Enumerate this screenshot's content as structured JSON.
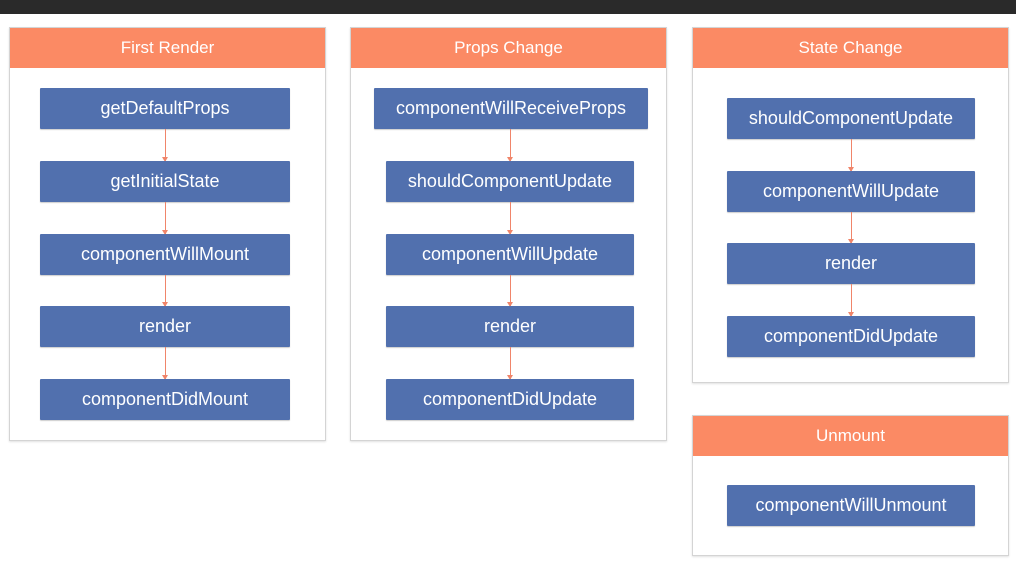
{
  "colors": {
    "header": "#fb8a64",
    "method": "#5170ae",
    "arrow": "#f0856a"
  },
  "panels": {
    "first_render": {
      "title": "First Render",
      "methods": [
        "getDefaultProps",
        "getInitialState",
        "componentWillMount",
        "render",
        "componentDidMount"
      ]
    },
    "props_change": {
      "title": "Props Change",
      "methods": [
        "componentWillReceiveProps",
        "shouldComponentUpdate",
        "componentWillUpdate",
        "render",
        "componentDidUpdate"
      ]
    },
    "state_change": {
      "title": "State Change",
      "methods": [
        "shouldComponentUpdate",
        "componentWillUpdate",
        "render",
        "componentDidUpdate"
      ]
    },
    "unmount": {
      "title": "Unmount",
      "methods": [
        "componentWillUnmount"
      ]
    }
  }
}
